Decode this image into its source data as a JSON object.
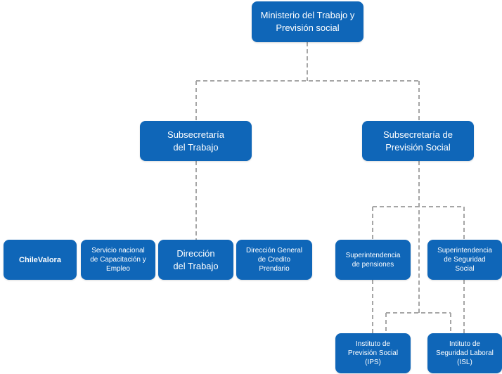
{
  "colors": {
    "box": "#0f66b8",
    "text": "#ffffff",
    "connector": "#a6a6a6"
  },
  "nodes": {
    "ministerio": "Ministerio del Trabajo y\nPrevisión social",
    "subsecretaria_trabajo": "Subsecretaría\ndel Trabajo",
    "subsecretaria_prevision": "Subsecretaría de\nPrevisión Social",
    "chilevalora": "ChileValora",
    "sence": "Servicio nacional\nde Capacitación y\nEmpleo",
    "direccion_trabajo": "Dirección\ndel Trabajo",
    "direccion_credito": "Dirección General\nde Credito\nPrendario",
    "superintendencia_pensiones": "Superintendencia\nde pensiones",
    "superintendencia_seguridad": "Superintendencia\nde Seguridad\nSocial",
    "ips": "Instituto de\nPrevisión Social\n(IPS)",
    "isl": "Intituto de\nSeguridad Laboral\n(ISL)"
  }
}
